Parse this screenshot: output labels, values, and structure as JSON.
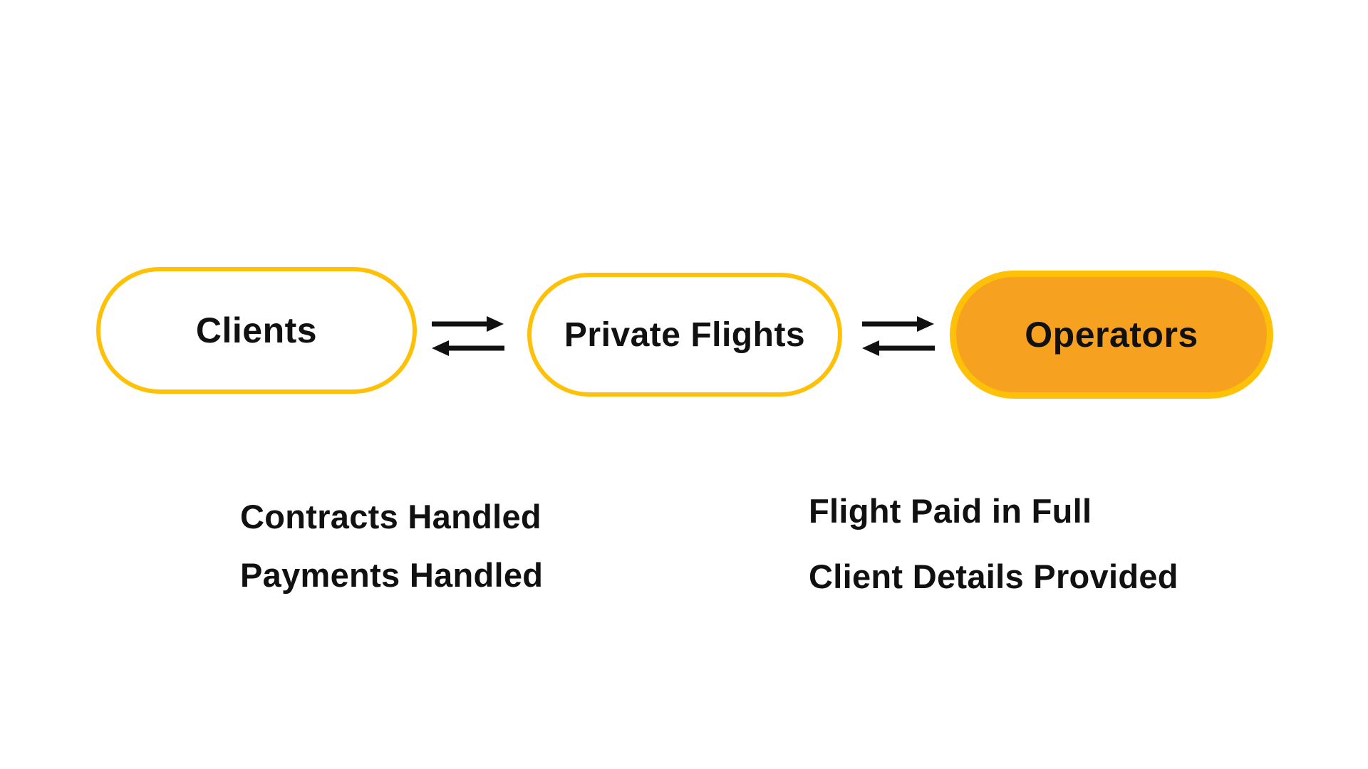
{
  "page": {
    "background": "#FFFFFF"
  },
  "diagram": {
    "nodes": [
      {
        "id": "clients",
        "label": "Clients",
        "fill": "#FFFFFF",
        "border_color": "#FFC107",
        "text_color": "#111111"
      },
      {
        "id": "private-flights",
        "label": "Private Flights",
        "fill": "#FFFFFF",
        "border_color": "#FFC107",
        "text_color": "#111111"
      },
      {
        "id": "operators",
        "label": "Operators",
        "fill": "#F6A120",
        "border_color": "#FFC107",
        "text_color": "#111111"
      }
    ],
    "connectors": [
      {
        "between": [
          "clients",
          "private-flights"
        ],
        "type": "bidirectional-exchange-arrows",
        "color": "#111111"
      },
      {
        "between": [
          "private-flights",
          "operators"
        ],
        "type": "bidirectional-exchange-arrows",
        "color": "#111111"
      }
    ],
    "notes_left": {
      "lines": [
        "Contracts Handled",
        "Payments Handled"
      ],
      "color": "#111111"
    },
    "notes_right": {
      "lines": [
        "Flight Paid in Full",
        "Client Details Provided"
      ],
      "color": "#111111"
    }
  }
}
